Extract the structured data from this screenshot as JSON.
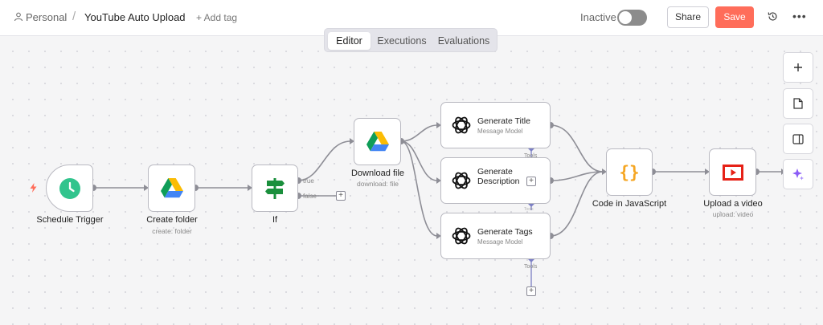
{
  "header": {
    "breadcrumb_personal": "Personal",
    "breadcrumb_sep": "/",
    "workflow_title": "YouTube Auto Upload",
    "add_tag": "+ Add tag",
    "status": "Inactive",
    "share": "Share",
    "save": "Save",
    "more": "•••"
  },
  "tabs": {
    "editor": "Editor",
    "executions": "Executions",
    "evaluations": "Evaluations"
  },
  "nodes": {
    "schedule": {
      "label": "Schedule Trigger"
    },
    "create_folder": {
      "label": "Create folder",
      "sub": "create: folder"
    },
    "if": {
      "label": "If",
      "true_label": "true",
      "false_label": "false"
    },
    "download": {
      "label": "Download file",
      "sub": "download: file"
    },
    "gen_title": {
      "title": "Generate Title",
      "sub": "Message Model",
      "tools": "Tools"
    },
    "gen_desc": {
      "title1": "Generate",
      "title2": "Description",
      "tools": "Tools"
    },
    "gen_tags": {
      "title": "Generate Tags",
      "sub": "Message Model",
      "tools": "Tools"
    },
    "code": {
      "label": "Code in JavaScript"
    },
    "upload": {
      "label": "Upload a video",
      "sub": "upload: video"
    }
  },
  "colors": {
    "accent": "#ff6d5a",
    "tools_connector": "#7b7fc4",
    "edge": "#888888"
  }
}
